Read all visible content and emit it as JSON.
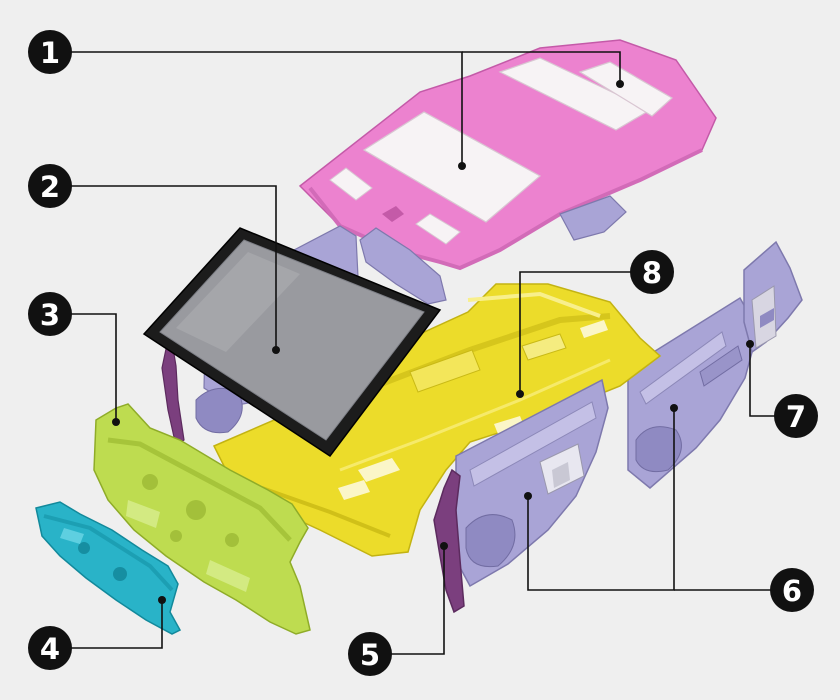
{
  "colors": {
    "background": "#efefef",
    "headliner": "#ec82cf",
    "headliner_pad": "#f7f3f5",
    "windshield_frame": "#1c1c1c",
    "windshield_glass": "#b4b6bc",
    "floor_carpet": "#ecdc2a",
    "dash_insulator_outer": "#bedc50",
    "dash_insulator_inner": "#29b3c8",
    "door_trim": "#a9a4d6",
    "pillar_trim": "#7b3f7e",
    "rear_trim": "#d8d6e2",
    "badge": "#111111"
  },
  "callouts": [
    {
      "number": "1",
      "part": "headliner"
    },
    {
      "number": "2",
      "part": "windshield"
    },
    {
      "number": "3",
      "part": "dash-insulator-outer"
    },
    {
      "number": "4",
      "part": "dash-insulator-inner"
    },
    {
      "number": "5",
      "part": "a-pillar-trim"
    },
    {
      "number": "6",
      "part": "door-trim-panels"
    },
    {
      "number": "7",
      "part": "rear-quarter-trim"
    },
    {
      "number": "8",
      "part": "floor-carpet"
    }
  ]
}
